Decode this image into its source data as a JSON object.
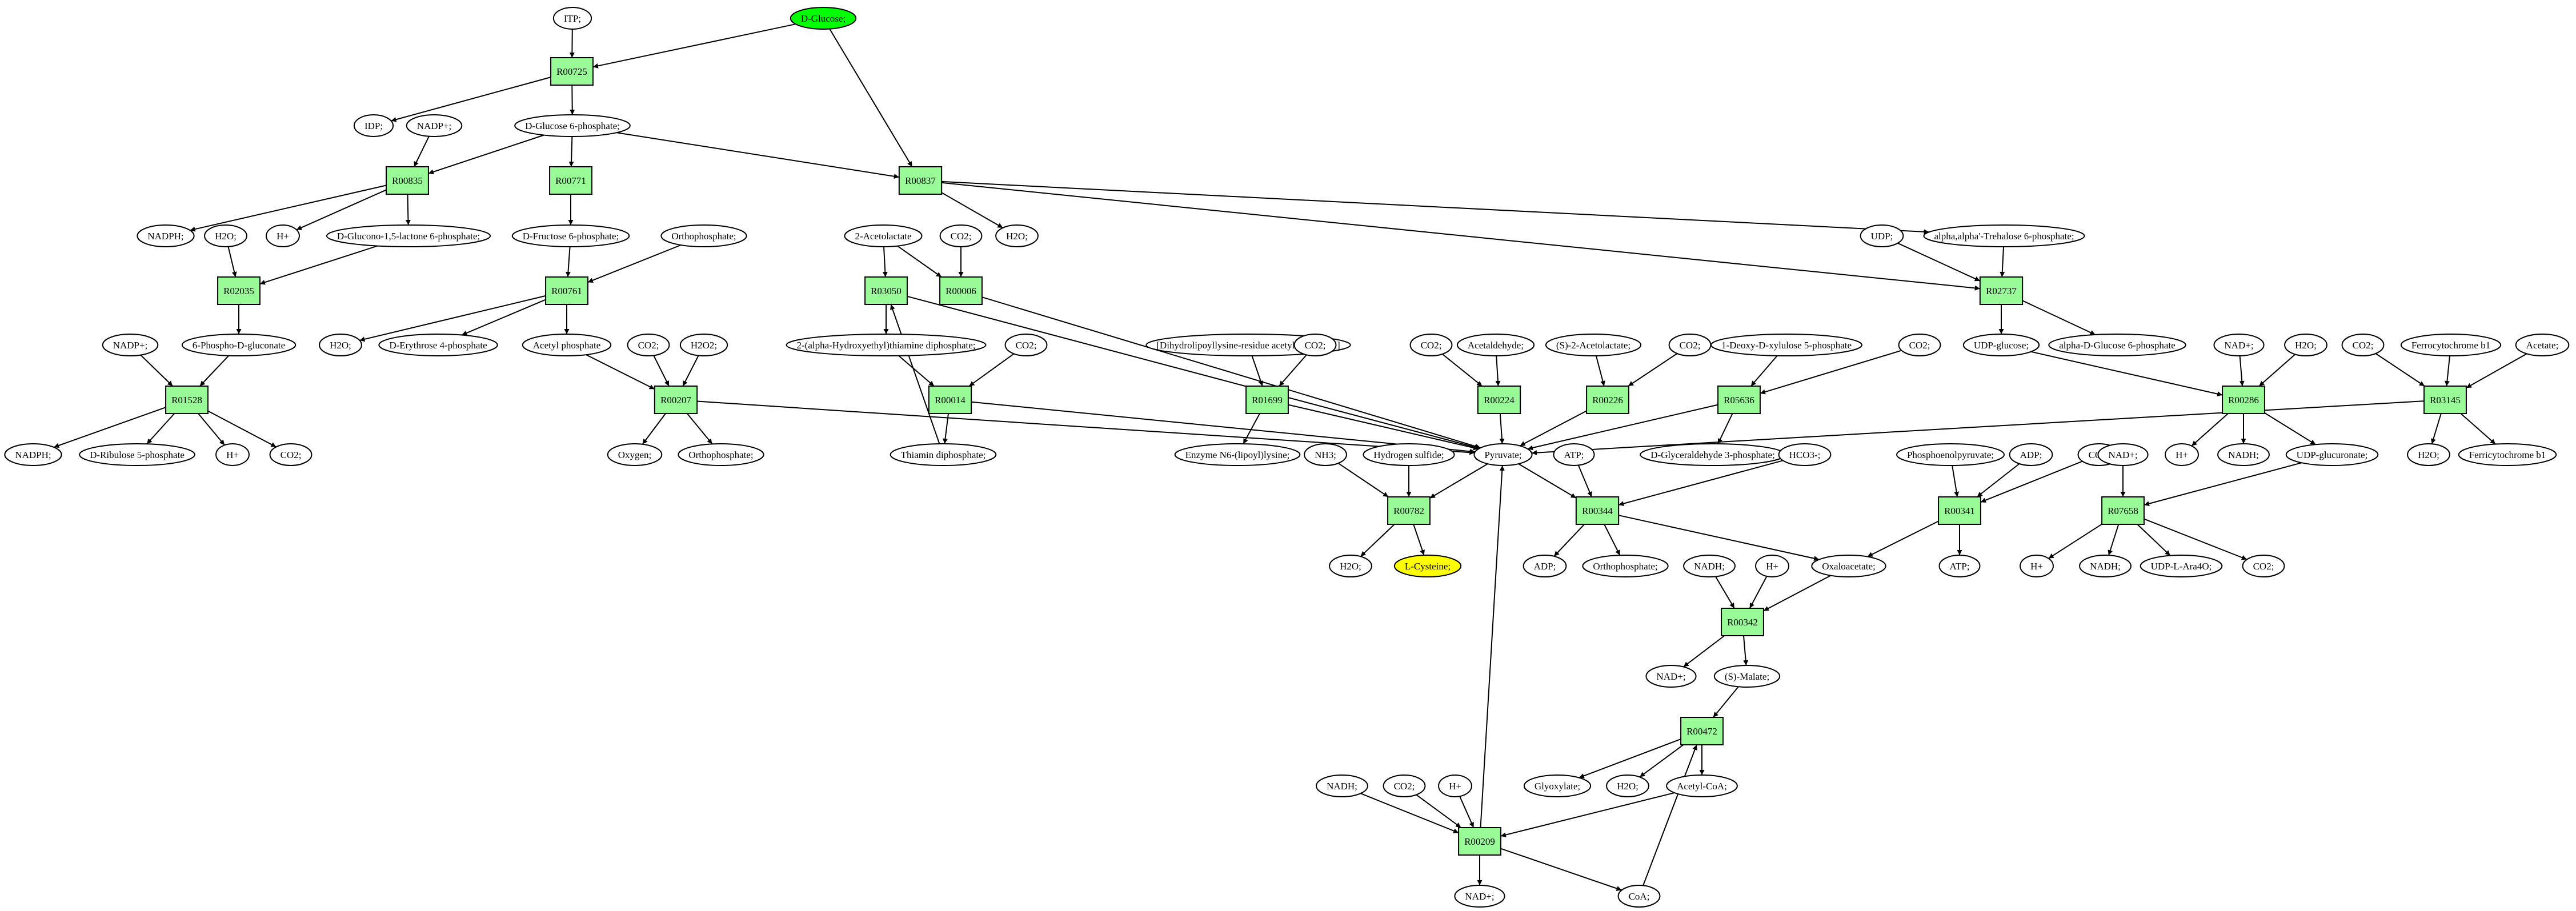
{
  "colors": {
    "reaction_fill": "#98fb98",
    "compound_fill": "#ffffff",
    "start_fill": "#00ff00",
    "target_fill": "#ffff00",
    "stroke": "#000000"
  },
  "nodes": [
    {
      "id": "itp",
      "kind": "compound",
      "label": "ITP;"
    },
    {
      "id": "dglucose",
      "kind": "start",
      "label": "D-Glucose;"
    },
    {
      "id": "R00725",
      "kind": "reaction",
      "label": "R00725"
    },
    {
      "id": "idp",
      "kind": "compound",
      "label": "IDP;"
    },
    {
      "id": "nadp_a",
      "kind": "compound",
      "label": "NADP+;"
    },
    {
      "id": "g6p",
      "kind": "compound",
      "label": "D-Glucose 6-phosphate;"
    },
    {
      "id": "R00835",
      "kind": "reaction",
      "label": "R00835"
    },
    {
      "id": "R00771",
      "kind": "reaction",
      "label": "R00771"
    },
    {
      "id": "R00837",
      "kind": "reaction",
      "label": "R00837"
    },
    {
      "id": "nadph_a",
      "kind": "compound",
      "label": "NADPH;"
    },
    {
      "id": "h2o_a",
      "kind": "compound",
      "label": "H2O;"
    },
    {
      "id": "hplus_a",
      "kind": "compound",
      "label": "H+"
    },
    {
      "id": "glucono",
      "kind": "compound",
      "label": "D-Glucono-1,5-lactone 6-phosphate;"
    },
    {
      "id": "f6p",
      "kind": "compound",
      "label": "D-Fructose 6-phosphate;"
    },
    {
      "id": "orthophos_a",
      "kind": "compound",
      "label": "Orthophosphate;"
    },
    {
      "id": "acetolactate",
      "kind": "compound",
      "label": "2-Acetolactate"
    },
    {
      "id": "co2_a",
      "kind": "compound",
      "label": "CO2;"
    },
    {
      "id": "h2o_b",
      "kind": "compound",
      "label": "H2O;"
    },
    {
      "id": "udp_a",
      "kind": "compound",
      "label": "UDP;"
    },
    {
      "id": "trehalose6p",
      "kind": "compound",
      "label": "alpha,alpha'-Trehalose 6-phosphate;"
    },
    {
      "id": "R02035",
      "kind": "reaction",
      "label": "R02035"
    },
    {
      "id": "R00761",
      "kind": "reaction",
      "label": "R00761"
    },
    {
      "id": "R03050",
      "kind": "reaction",
      "label": "R03050"
    },
    {
      "id": "R00006",
      "kind": "reaction",
      "label": "R00006"
    },
    {
      "id": "R02737",
      "kind": "reaction",
      "label": "R02737"
    },
    {
      "id": "nadp_b",
      "kind": "compound",
      "label": "NADP+;"
    },
    {
      "id": "phosphogluconate",
      "kind": "compound",
      "label": "6-Phospho-D-gluconate"
    },
    {
      "id": "h2o_c",
      "kind": "compound",
      "label": "H2O;"
    },
    {
      "id": "erythrose",
      "kind": "compound",
      "label": "D-Erythrose 4-phosphate"
    },
    {
      "id": "acetylphos",
      "kind": "compound",
      "label": "Acetyl phosphate"
    },
    {
      "id": "co2_b",
      "kind": "compound",
      "label": "CO2;"
    },
    {
      "id": "h2o2",
      "kind": "compound",
      "label": "H2O2;"
    },
    {
      "id": "hethtpp",
      "kind": "compound",
      "label": "2-(alpha-Hydroxyethyl)thiamine diphosphate;"
    },
    {
      "id": "co2_c",
      "kind": "compound",
      "label": "CO2;"
    },
    {
      "id": "dihydrolipoyl",
      "kind": "compound",
      "label": "[Dihydrolipoyllysine-residue acetyltransferase]"
    },
    {
      "id": "co2_d",
      "kind": "compound",
      "label": "CO2;"
    },
    {
      "id": "co2_e",
      "kind": "compound",
      "label": "CO2;"
    },
    {
      "id": "acetaldehyde",
      "kind": "compound",
      "label": "Acetaldehyde;"
    },
    {
      "id": "s_acetolactate",
      "kind": "compound",
      "label": "(S)-2-Acetolactate;"
    },
    {
      "id": "co2_f",
      "kind": "compound",
      "label": "CO2;"
    },
    {
      "id": "deoxyxylulose",
      "kind": "compound",
      "label": "1-Deoxy-D-xylulose 5-phosphate"
    },
    {
      "id": "co2_g",
      "kind": "compound",
      "label": "CO2;"
    },
    {
      "id": "udpglucose",
      "kind": "compound",
      "label": "UDP-glucose;"
    },
    {
      "id": "glucose6p_alpha",
      "kind": "compound",
      "label": "alpha-D-Glucose 6-phosphate"
    },
    {
      "id": "nad_a",
      "kind": "compound",
      "label": "NAD+;"
    },
    {
      "id": "h2o_d",
      "kind": "compound",
      "label": "H2O;"
    },
    {
      "id": "co2_h",
      "kind": "compound",
      "label": "CO2;"
    },
    {
      "id": "ferrocyt",
      "kind": "compound",
      "label": "Ferrocytochrome b1"
    },
    {
      "id": "acetate",
      "kind": "compound",
      "label": "Acetate;"
    },
    {
      "id": "R01528",
      "kind": "reaction",
      "label": "R01528"
    },
    {
      "id": "R00207",
      "kind": "reaction",
      "label": "R00207"
    },
    {
      "id": "R00014",
      "kind": "reaction",
      "label": "R00014"
    },
    {
      "id": "R01699",
      "kind": "reaction",
      "label": "R01699"
    },
    {
      "id": "R00224",
      "kind": "reaction",
      "label": "R00224"
    },
    {
      "id": "R00226",
      "kind": "reaction",
      "label": "R00226"
    },
    {
      "id": "R05636",
      "kind": "reaction",
      "label": "R05636"
    },
    {
      "id": "R00286",
      "kind": "reaction",
      "label": "R00286"
    },
    {
      "id": "R03145",
      "kind": "reaction",
      "label": "R03145"
    },
    {
      "id": "nadph_b",
      "kind": "compound",
      "label": "NADPH;"
    },
    {
      "id": "ribulose",
      "kind": "compound",
      "label": "D-Ribulose 5-phosphate"
    },
    {
      "id": "hplus_b",
      "kind": "compound",
      "label": "H+"
    },
    {
      "id": "co2_i",
      "kind": "compound",
      "label": "CO2;"
    },
    {
      "id": "oxygen",
      "kind": "compound",
      "label": "Oxygen;"
    },
    {
      "id": "orthophos_b",
      "kind": "compound",
      "label": "Orthophosphate;"
    },
    {
      "id": "thiamine",
      "kind": "compound",
      "label": "Thiamin diphosphate;"
    },
    {
      "id": "enzyme_lipoyl",
      "kind": "compound",
      "label": "Enzyme N6-(lipoyl)lysine;"
    },
    {
      "id": "pyruvate",
      "kind": "compound",
      "label": "Pyruvate;"
    },
    {
      "id": "gap",
      "kind": "compound",
      "label": "D-Glyceraldehyde 3-phosphate;"
    },
    {
      "id": "hplus_c",
      "kind": "compound",
      "label": "H+"
    },
    {
      "id": "nadh_a",
      "kind": "compound",
      "label": "NADH;"
    },
    {
      "id": "udpglucuronate",
      "kind": "compound",
      "label": "UDP-glucuronate;"
    },
    {
      "id": "h2o_e",
      "kind": "compound",
      "label": "H2O;"
    },
    {
      "id": "ferricyt",
      "kind": "compound",
      "label": "Ferricytochrome b1"
    },
    {
      "id": "nh3",
      "kind": "compound",
      "label": "NH3;"
    },
    {
      "id": "h2s",
      "kind": "compound",
      "label": "Hydrogen sulfide;"
    },
    {
      "id": "atp_a",
      "kind": "compound",
      "label": "ATP;"
    },
    {
      "id": "hco3",
      "kind": "compound",
      "label": "HCO3-;"
    },
    {
      "id": "pep",
      "kind": "compound",
      "label": "Phosphoenolpyruvate;"
    },
    {
      "id": "adp_a",
      "kind": "compound",
      "label": "ADP;"
    },
    {
      "id": "co2_j",
      "kind": "compound",
      "label": "CO2;"
    },
    {
      "id": "nad_b",
      "kind": "compound",
      "label": "NAD+;"
    },
    {
      "id": "R00782",
      "kind": "reaction",
      "label": "R00782"
    },
    {
      "id": "R00344",
      "kind": "reaction",
      "label": "R00344"
    },
    {
      "id": "R00341",
      "kind": "reaction",
      "label": "R00341"
    },
    {
      "id": "R07658",
      "kind": "reaction",
      "label": "R07658"
    },
    {
      "id": "h2o_f",
      "kind": "compound",
      "label": "H2O;"
    },
    {
      "id": "lcysteine",
      "kind": "target",
      "label": "L-Cysteine;"
    },
    {
      "id": "adp_b",
      "kind": "compound",
      "label": "ADP;"
    },
    {
      "id": "orthophos_c",
      "kind": "compound",
      "label": "Orthophosphate;"
    },
    {
      "id": "oxaloacetate",
      "kind": "compound",
      "label": "Oxaloacetate;"
    },
    {
      "id": "atp_b",
      "kind": "compound",
      "label": "ATP;"
    },
    {
      "id": "hplus_d",
      "kind": "compound",
      "label": "H+"
    },
    {
      "id": "nadh_b",
      "kind": "compound",
      "label": "NADH;"
    },
    {
      "id": "udparabinose",
      "kind": "compound",
      "label": "UDP-L-Ara4O;"
    },
    {
      "id": "co2_k",
      "kind": "compound",
      "label": "CO2;"
    },
    {
      "id": "nadh_c",
      "kind": "compound",
      "label": "NADH;"
    },
    {
      "id": "hplus_e",
      "kind": "compound",
      "label": "H+"
    },
    {
      "id": "R00342",
      "kind": "reaction",
      "label": "R00342"
    },
    {
      "id": "nad_c",
      "kind": "compound",
      "label": "NAD+;"
    },
    {
      "id": "smalate",
      "kind": "compound",
      "label": "(S)-Malate;"
    },
    {
      "id": "R00472",
      "kind": "reaction",
      "label": "R00472"
    },
    {
      "id": "glyoxylate",
      "kind": "compound",
      "label": "Glyoxylate;"
    },
    {
      "id": "h2o_g",
      "kind": "compound",
      "label": "H2O;"
    },
    {
      "id": "acetylcoa",
      "kind": "compound",
      "label": "Acetyl-CoA;"
    },
    {
      "id": "nadh_d",
      "kind": "compound",
      "label": "NADH;"
    },
    {
      "id": "co2_l",
      "kind": "compound",
      "label": "CO2;"
    },
    {
      "id": "hplus_f",
      "kind": "compound",
      "label": "H+"
    },
    {
      "id": "R00209",
      "kind": "reaction",
      "label": "R00209"
    },
    {
      "id": "nad_d",
      "kind": "compound",
      "label": "NAD+;"
    },
    {
      "id": "coa",
      "kind": "compound",
      "label": "CoA;"
    }
  ],
  "edges": [
    [
      "itp",
      "R00725"
    ],
    [
      "dglucose",
      "R00725"
    ],
    [
      "dglucose",
      "R00837"
    ],
    [
      "R00725",
      "idp"
    ],
    [
      "R00725",
      "g6p"
    ],
    [
      "nadp_a",
      "R00835"
    ],
    [
      "g6p",
      "R00835"
    ],
    [
      "g6p",
      "R00771"
    ],
    [
      "g6p",
      "R00837"
    ],
    [
      "R00835",
      "nadph_a"
    ],
    [
      "R00835",
      "hplus_a"
    ],
    [
      "R00835",
      "glucono"
    ],
    [
      "R00771",
      "f6p"
    ],
    [
      "R00837",
      "h2o_b"
    ],
    [
      "R00837",
      "trehalose6p"
    ],
    [
      "h2o_a",
      "R02035"
    ],
    [
      "glucono",
      "R02035"
    ],
    [
      "R02035",
      "phosphogluconate"
    ],
    [
      "f6p",
      "R00761"
    ],
    [
      "orthophos_a",
      "R00761"
    ],
    [
      "R00761",
      "h2o_c"
    ],
    [
      "R00761",
      "erythrose"
    ],
    [
      "R00761",
      "acetylphos"
    ],
    [
      "acetolactate",
      "R03050"
    ],
    [
      "acetolactate",
      "R00006"
    ],
    [
      "co2_a",
      "R00006"
    ],
    [
      "R03050",
      "hethtpp"
    ],
    [
      "R03050",
      "pyruvate"
    ],
    [
      "R00006",
      "pyruvate"
    ],
    [
      "udp_a",
      "R02737"
    ],
    [
      "trehalose6p",
      "R02737"
    ],
    [
      "R02737",
      "udpglucose"
    ],
    [
      "R02737",
      "glucose6p_alpha"
    ],
    [
      "nadp_b",
      "R01528"
    ],
    [
      "phosphogluconate",
      "R01528"
    ],
    [
      "R01528",
      "nadph_b"
    ],
    [
      "R01528",
      "ribulose"
    ],
    [
      "R01528",
      "hplus_b"
    ],
    [
      "R01528",
      "co2_i"
    ],
    [
      "acetylphos",
      "R00207"
    ],
    [
      "co2_b",
      "R00207"
    ],
    [
      "h2o2",
      "R00207"
    ],
    [
      "R00207",
      "oxygen"
    ],
    [
      "R00207",
      "orthophos_b"
    ],
    [
      "R00207",
      "pyruvate"
    ],
    [
      "hethtpp",
      "R00014"
    ],
    [
      "co2_c",
      "R00014"
    ],
    [
      "R00014",
      "thiamine"
    ],
    [
      "R00014",
      "pyruvate"
    ],
    [
      "thiamine",
      "R03050"
    ],
    [
      "dihydrolipoyl",
      "R01699"
    ],
    [
      "co2_d",
      "R01699"
    ],
    [
      "R01699",
      "enzyme_lipoyl"
    ],
    [
      "R01699",
      "pyruvate"
    ],
    [
      "co2_e",
      "R00224"
    ],
    [
      "acetaldehyde",
      "R00224"
    ],
    [
      "R00224",
      "pyruvate"
    ],
    [
      "s_acetolactate",
      "R00226"
    ],
    [
      "co2_f",
      "R00226"
    ],
    [
      "R00226",
      "pyruvate"
    ],
    [
      "deoxyxylulose",
      "R05636"
    ],
    [
      "co2_g",
      "R05636"
    ],
    [
      "R05636",
      "pyruvate"
    ],
    [
      "R05636",
      "gap"
    ],
    [
      "udpglucose",
      "R00286"
    ],
    [
      "nad_a",
      "R00286"
    ],
    [
      "h2o_d",
      "R00286"
    ],
    [
      "R00286",
      "hplus_c"
    ],
    [
      "R00286",
      "nadh_a"
    ],
    [
      "R00286",
      "udpglucuronate"
    ],
    [
      "co2_h",
      "R03145"
    ],
    [
      "ferrocyt",
      "R03145"
    ],
    [
      "acetate",
      "R03145"
    ],
    [
      "R03145",
      "h2o_e"
    ],
    [
      "R03145",
      "ferricyt"
    ],
    [
      "R03145",
      "pyruvate"
    ],
    [
      "R00837",
      "R02737"
    ],
    [
      "nh3",
      "R00782"
    ],
    [
      "h2s",
      "R00782"
    ],
    [
      "pyruvate",
      "R00782"
    ],
    [
      "R00782",
      "h2o_f"
    ],
    [
      "R00782",
      "lcysteine"
    ],
    [
      "pyruvate",
      "R00344"
    ],
    [
      "atp_a",
      "R00344"
    ],
    [
      "hco3",
      "R00344"
    ],
    [
      "R00344",
      "adp_b"
    ],
    [
      "R00344",
      "orthophos_c"
    ],
    [
      "R00344",
      "oxaloacetate"
    ],
    [
      "pep",
      "R00341"
    ],
    [
      "adp_a",
      "R00341"
    ],
    [
      "co2_j",
      "R00341"
    ],
    [
      "R00341",
      "oxaloacetate"
    ],
    [
      "R00341",
      "atp_b"
    ],
    [
      "nad_b",
      "R07658"
    ],
    [
      "udpglucuronate",
      "R07658"
    ],
    [
      "R07658",
      "hplus_d"
    ],
    [
      "R07658",
      "nadh_b"
    ],
    [
      "R07658",
      "udparabinose"
    ],
    [
      "R07658",
      "co2_k"
    ],
    [
      "nadh_c",
      "R00342"
    ],
    [
      "hplus_e",
      "R00342"
    ],
    [
      "oxaloacetate",
      "R00342"
    ],
    [
      "R00342",
      "nad_c"
    ],
    [
      "R00342",
      "smalate"
    ],
    [
      "smalate",
      "R00472"
    ],
    [
      "R00472",
      "glyoxylate"
    ],
    [
      "R00472",
      "h2o_g"
    ],
    [
      "R00472",
      "acetylcoa"
    ],
    [
      "acetylcoa",
      "R00209"
    ],
    [
      "nadh_d",
      "R00209"
    ],
    [
      "co2_l",
      "R00209"
    ],
    [
      "hplus_f",
      "R00209"
    ],
    [
      "R00209",
      "nad_d"
    ],
    [
      "R00209",
      "coa"
    ],
    [
      "R00209",
      "pyruvate"
    ],
    [
      "coa",
      "R00472"
    ]
  ]
}
